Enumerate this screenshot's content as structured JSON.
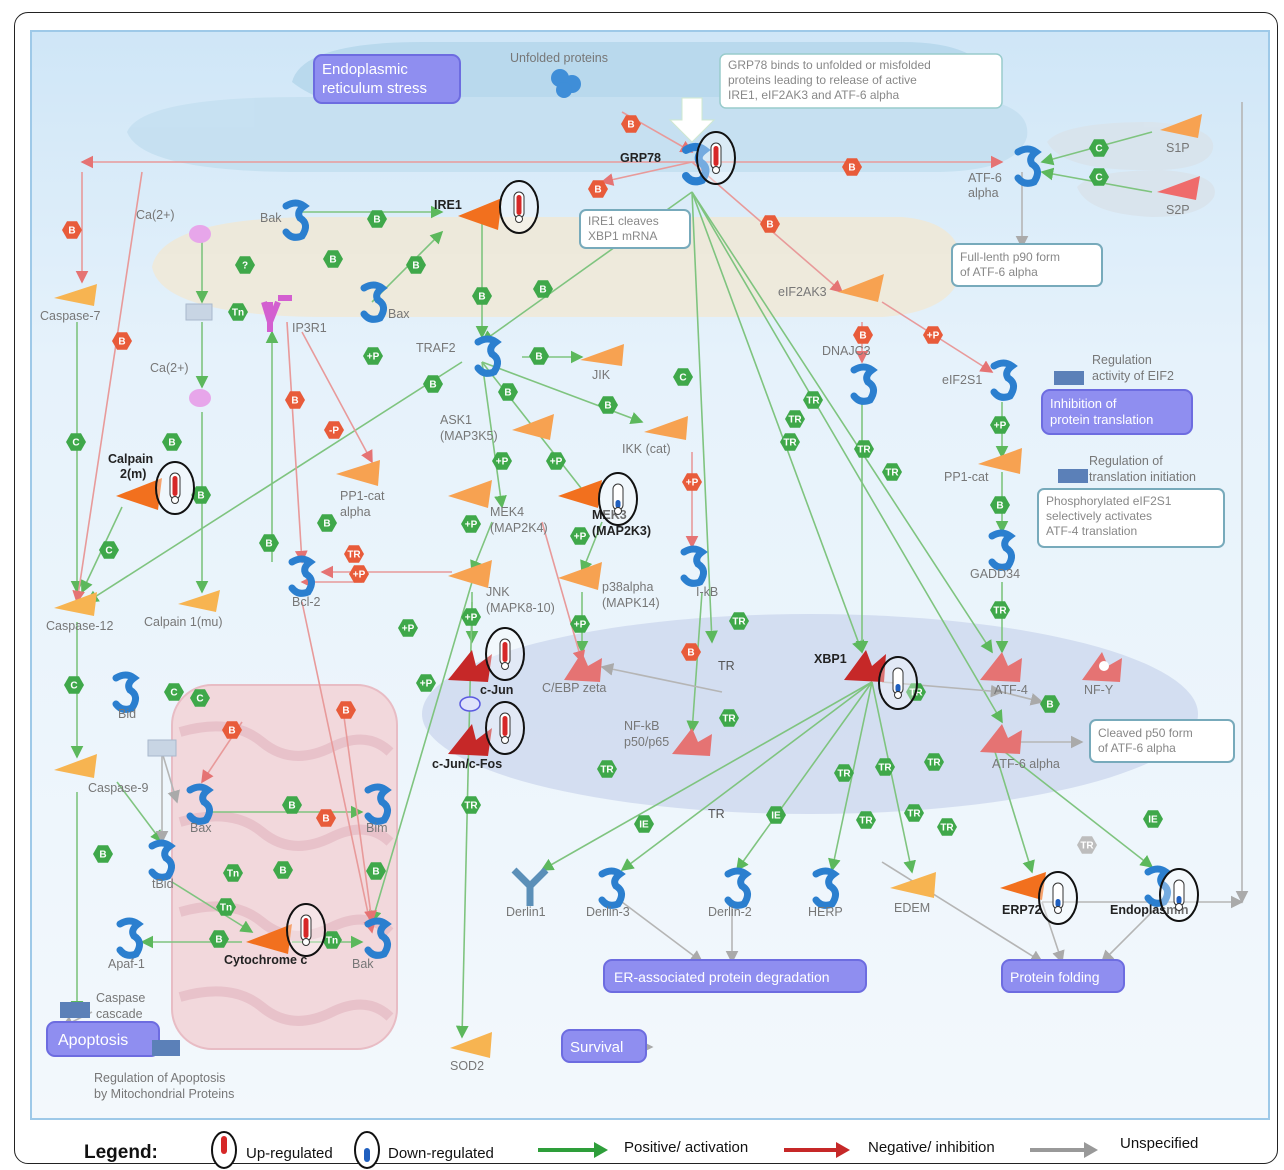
{
  "processes": {
    "er_stress": [
      "Endoplasmic",
      "reticulum stress"
    ],
    "inhibition": [
      "Inhibition of",
      "protein translation"
    ],
    "erad": "ER-associated protein degradation",
    "protein_folding": "Protein folding",
    "survival": "Survival",
    "apoptosis": "Apoptosis"
  },
  "notes": {
    "grp78": [
      "GRP78 binds to unfolded or misfolded",
      "proteins leading to release of active",
      "IRE1, eIF2AK3 and ATF-6 alpha"
    ],
    "ire1": [
      "IRE1 cleaves",
      "XBP1 mRNA"
    ],
    "p90": [
      "Full-lenth p90 form",
      "of ATF-6 alpha"
    ],
    "eif2s1": [
      "Phosphorylated eIF2S1",
      "selectively activates",
      "ATF-4 translation"
    ],
    "p50": [
      "Cleaved p50 form",
      "of ATF-6 alpha"
    ]
  },
  "labels": {
    "unfolded": "Unfolded proteins",
    "grp78": "GRP78",
    "atf6": [
      "ATF-6",
      "alpha"
    ],
    "s1p": "S1P",
    "s2p": "S2P",
    "ca1": "Ca(2+)",
    "ca2": "Ca(2+)",
    "bak_top": "Bak",
    "ire1": "IRE1",
    "caspase7": "Caspase-7",
    "ip3r1": "IP3R1",
    "bax_top": "Bax",
    "eif2ak3": "eIF2AK3",
    "dnajc3": "DNAJC3",
    "eif2s1": "eIF2S1",
    "reg_eif2": [
      "Regulation",
      "activity of EIF2"
    ],
    "traf2": "TRAF2",
    "jik": "JIK",
    "ask1": [
      "ASK1",
      "(MAP3K5)"
    ],
    "ikk": "IKK (cat)",
    "calpain2": [
      "Calpain",
      "2(m)"
    ],
    "pp1cat_alpha": [
      "PP1-cat",
      "alpha"
    ],
    "mek4": [
      "MEK4",
      "(MAP2K4)"
    ],
    "mek3": [
      "MEK3",
      "(MAP2K3)"
    ],
    "ikb": "I-kB",
    "pp1cat": "PP1-cat",
    "reg_init": [
      "Regulation of",
      "translation initiation"
    ],
    "gadd34": "GADD34",
    "bcl2": "Bcl-2",
    "jnk": [
      "JNK",
      "(MAPK8-10)"
    ],
    "p38": [
      "p38alpha",
      "(MAPK14)"
    ],
    "caspase12": "Caspase-12",
    "calpain1": "Calpain 1(mu)",
    "cjun": "c-Jun",
    "cebp": "C/EBP zeta",
    "xbp1": "XBP1",
    "atf4": "ATF-4",
    "nfy": "NF-Y",
    "bid": "Bid",
    "cjunfos": "c-Jun/c-Fos",
    "nfkb": [
      "NF-kB",
      "p50/p65"
    ],
    "atf6_alpha": "ATF-6 alpha",
    "caspase9": "Caspase-9",
    "bax_bottom": "Bax",
    "bim": "Bim",
    "tbid": "tBid",
    "derlin1": "Derlin1",
    "derlin3": "Derlin-3",
    "derlin2": "Derlin-2",
    "herp": "HERP",
    "edem": "EDEM",
    "erp72": "ERP72",
    "endoplasmin": "Endoplasmin",
    "apaf1": "Apaf-1",
    "cytc": "Cytochrome c",
    "bak_bottom": "Bak",
    "caspase_cascade": [
      "Caspase",
      "cascade"
    ],
    "sod2": "SOD2",
    "reg_apoptosis": [
      "Regulation of Apoptosis",
      "by Mitochondrial Proteins"
    ]
  },
  "tr_labels": [
    "TR",
    "TR"
  ],
  "legend": {
    "title": "Legend:",
    "up": "Up-regulated",
    "down": "Down-regulated",
    "positive": "Positive/ activation",
    "negative": "Negative/ inhibition",
    "unspecified": "Unspecified"
  },
  "colors": {
    "activation": "#2e9e3a",
    "inhibition": "#c62828",
    "unspecified": "#999999",
    "process_fill": "#8f8ef0",
    "protein_orange": "#f7a251",
    "protein_blue": "#2b7fcf"
  }
}
